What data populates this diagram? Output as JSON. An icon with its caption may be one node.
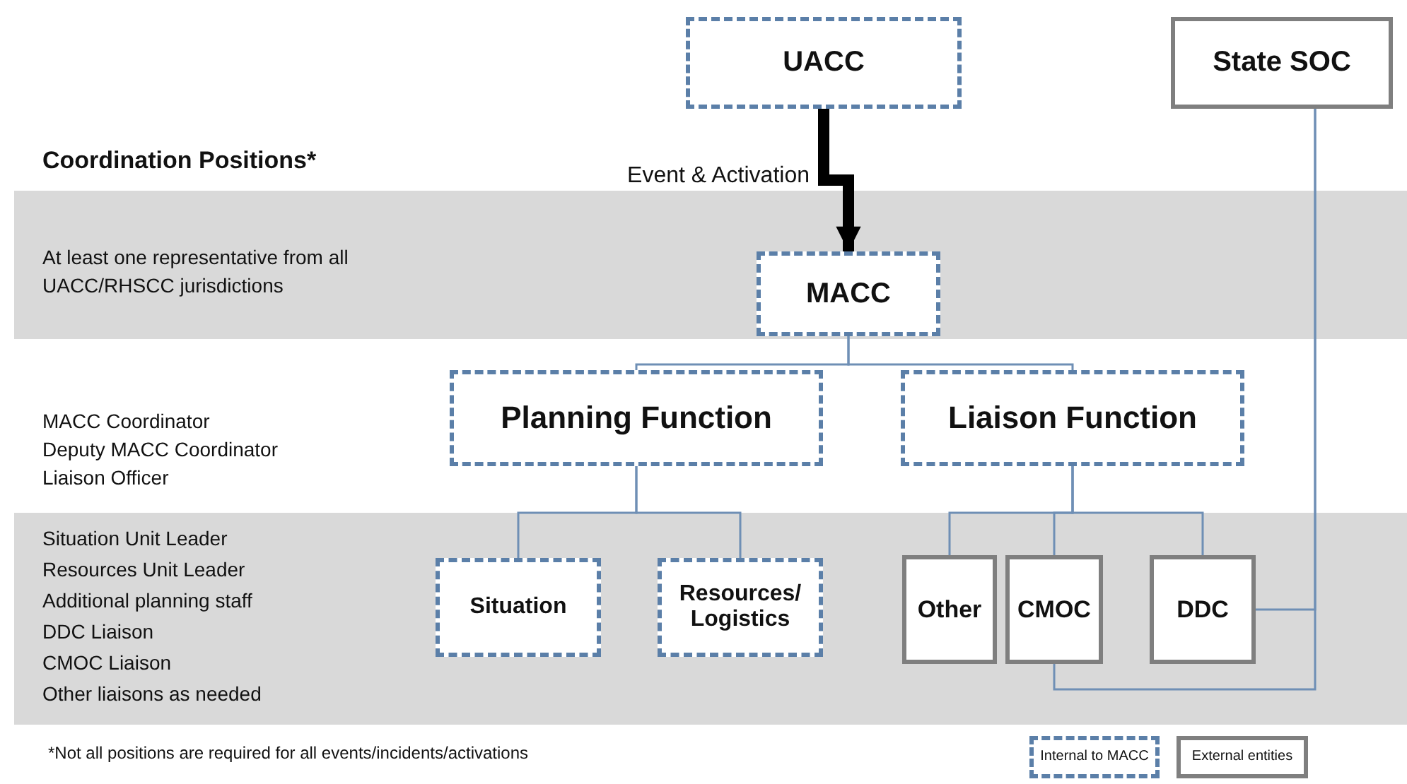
{
  "diagram": {
    "nodes": [
      {
        "text": [
          "UACC"
        ]
      },
      {
        "text": [
          "State SOC"
        ]
      },
      {
        "text": [
          "MACC"
        ]
      },
      {
        "text": [
          "Planning Function"
        ]
      },
      {
        "text": [
          "Liaison Function"
        ]
      },
      {
        "text": [
          "Situation"
        ]
      },
      {
        "text": [
          "Resources/ Logistics"
        ]
      },
      {
        "text": [
          "Other"
        ]
      },
      {
        "text": [
          "CMOC"
        ]
      },
      {
        "text": [
          "DDC"
        ]
      }
    ],
    "edges": [
      {
        "from": 0,
        "to": 2,
        "arrow": "to",
        "label": "Event & Activation",
        "style": "thick",
        "color": "#000000"
      },
      {
        "from": 2,
        "to": 3,
        "arrow": "none"
      },
      {
        "from": 2,
        "to": 4,
        "arrow": "none"
      },
      {
        "from": 3,
        "to": 5,
        "arrow": "none"
      },
      {
        "from": 3,
        "to": 6,
        "arrow": "none"
      },
      {
        "from": 4,
        "to": 7,
        "arrow": "none"
      },
      {
        "from": 4,
        "to": 8,
        "arrow": "none"
      },
      {
        "from": 4,
        "to": 9,
        "arrow": "none"
      },
      {
        "from": 1,
        "to": 9,
        "arrow": "none"
      },
      {
        "from": 1,
        "to": 8,
        "arrow": "none"
      }
    ],
    "labels": [
      "Coordination Positions*",
      "At least one representative from all UACC/RHSCC jurisdictions",
      "MACC Coordinator",
      "Deputy MACC Coordinator",
      "Liaison Officer",
      "Situation Unit Leader",
      "Resources Unit Leader",
      "Additional planning staff",
      "DDC Liaison",
      "CMOC Liaison",
      "Other liaisons as needed",
      "*Not all positions are required for all  events/incidents/activations"
    ],
    "legend": [
      {
        "text": "Internal to MACC"
      },
      {
        "text": "External entities"
      }
    ]
  }
}
